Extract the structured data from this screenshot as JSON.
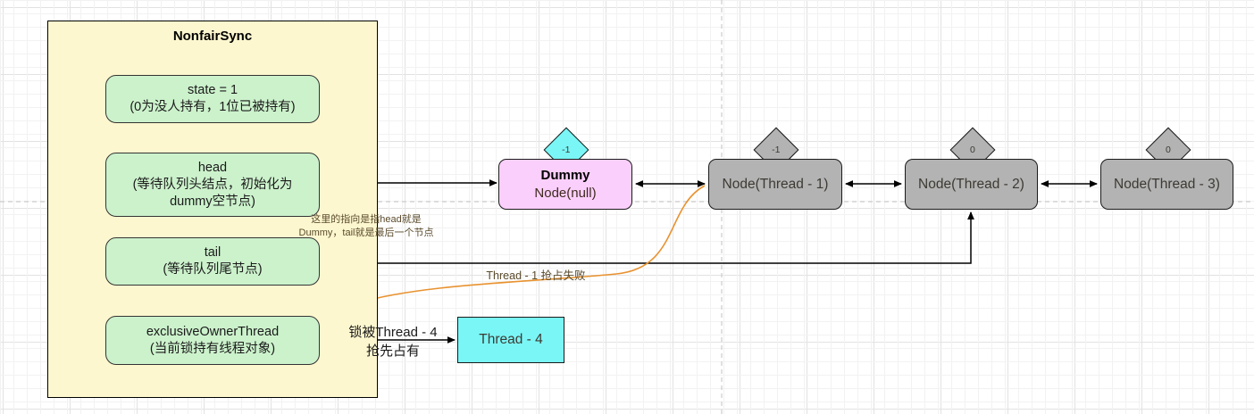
{
  "diagram": {
    "title": "NonfairSync",
    "container": {
      "title": "NonfairSync",
      "fields": [
        {
          "name": "state",
          "line1": "state = 1",
          "line2": "(0为没人持有，1位已被持有)"
        },
        {
          "name": "head",
          "line1": "head",
          "line2": "(等待队列头结点，初始化为",
          "line3": "dummy空节点)"
        },
        {
          "name": "tail",
          "line1": "tail",
          "line2": "(等待队列尾节点)"
        },
        {
          "name": "exclusiveOwnerThread",
          "line1": "exclusiveOwnerThread",
          "line2": "(当前锁持有线程对象)"
        }
      ]
    },
    "queue": {
      "dummy": {
        "line1": "Dummy",
        "line2": "Node(null)",
        "waitStatus": "-1"
      },
      "nodes": [
        {
          "label": "Node(Thread - 1)",
          "waitStatus": "-1"
        },
        {
          "label": "Node(Thread - 2)",
          "waitStatus": "0"
        },
        {
          "label": "Node(Thread - 3)",
          "waitStatus": "0"
        }
      ]
    },
    "owner": {
      "label": "Thread - 4"
    },
    "annotations": {
      "head_tail_note_line1": "这里的指向是指head就是",
      "head_tail_note_line2": "Dummy，tail就是最后一个节点",
      "preempt_fail": "Thread - 1 抢占失败",
      "lock_taken_line1": "锁被Thread - 4",
      "lock_taken_line2": "抢先占有"
    },
    "colors": {
      "container_fill": "#fdf7cf",
      "field_fill": "#ccf2cc",
      "dummy_fill": "#fbcffb",
      "node_fill": "#b3b3b3",
      "thread_fill": "#7af6f6",
      "orange_arrow": "#e8922f"
    }
  }
}
